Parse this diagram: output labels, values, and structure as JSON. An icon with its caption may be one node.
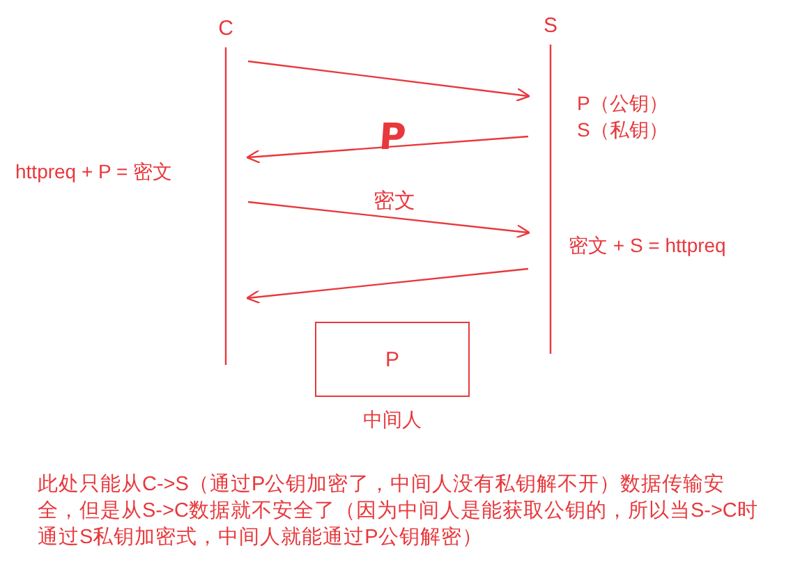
{
  "diagram": {
    "nodes": [
      {
        "text": [
          "C"
        ]
      },
      {
        "text": [
          "S"
        ]
      },
      {
        "text": [
          "P"
        ],
        "beside": [
          "中间人"
        ]
      }
    ],
    "edges": [
      {
        "from": 0,
        "to": 1,
        "arrow": "to"
      },
      {
        "from": 1,
        "to": 0,
        "arrow": "to"
      },
      {
        "from": 0,
        "to": 1,
        "arrow": "to"
      },
      {
        "from": 1,
        "to": 0,
        "arrow": "to"
      }
    ],
    "labels": [
      "P（公钥）",
      "S（私钥）",
      "httpreq + P = 密文",
      "P",
      "密文",
      "密文 + S = httpreq",
      "此处只能从C->S（通过P公钥加密了，中间人没有私钥解不开）数据传输安全，但是从S->C数据就不安全了（因为中间人是能获取公钥的，所以当S->C时通过S私钥加密式，中间人就能通过P公钥解密）"
    ]
  }
}
